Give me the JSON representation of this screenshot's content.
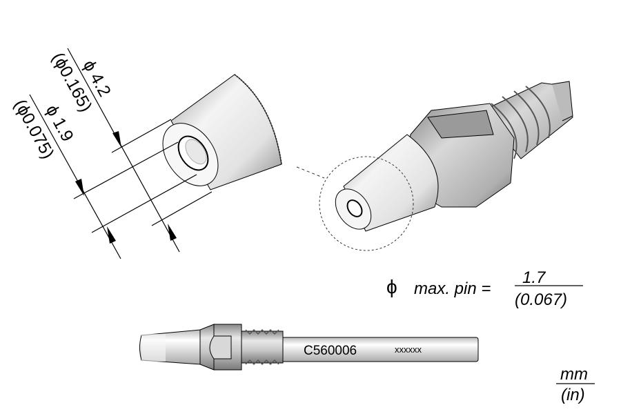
{
  "diameter_symbol": "ϕ",
  "dimensions": {
    "outer": {
      "mm": "4.2",
      "inch": "0.165"
    },
    "inner": {
      "mm": "1.9",
      "inch": "0.075"
    }
  },
  "max_pin": {
    "label": "max. pin =",
    "mm": "1.7",
    "inch": "(0.067)"
  },
  "part": {
    "code": "C560006",
    "lot": "xxxxxx"
  },
  "units": {
    "primary": "mm",
    "secondary": "(in)"
  },
  "paren_open": "(",
  "paren_close": ")"
}
